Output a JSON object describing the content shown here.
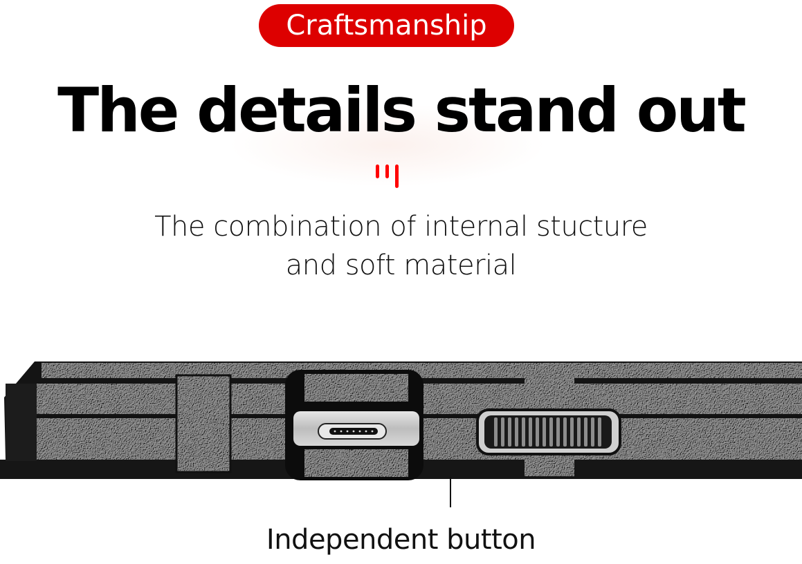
{
  "badge": {
    "label": "Craftsmanship",
    "color": "#dd0000"
  },
  "headline": "The details stand out",
  "divider": {
    "icon": "three-red-bars",
    "color": "#ff0000"
  },
  "subtitle": {
    "line1": "The combination of internal stucture",
    "line2": "and soft material"
  },
  "product_image": {
    "description": "textured black rugged phone case edge with USB-C port cutout and ribbed independent button"
  },
  "caption": "Independent button"
}
